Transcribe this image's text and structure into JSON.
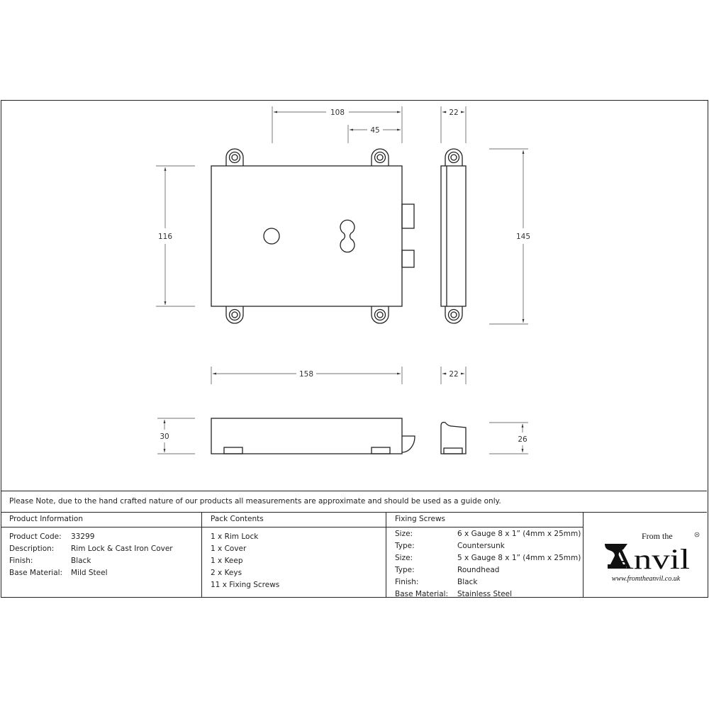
{
  "dimensions": {
    "front_width": "108",
    "keyhole_offset": "45",
    "side_depth_top": "22",
    "front_height": "116",
    "overall_height": "145",
    "overall_length": "158",
    "side_depth_bottom": "22",
    "body_thickness": "30",
    "end_thickness": "26"
  },
  "note": "Please Note, due to the hand crafted nature of our products all measurements are approximate and should be used as a guide only.",
  "product_info": {
    "title": "Product Information",
    "rows": [
      {
        "label": "Product Code:",
        "value": "33299"
      },
      {
        "label": "Description:",
        "value": "Rim Lock & Cast Iron Cover"
      },
      {
        "label": "Finish:",
        "value": "Black"
      },
      {
        "label": "Base Material:",
        "value": "Mild Steel"
      }
    ]
  },
  "pack_contents": {
    "title": "Pack Contents",
    "items": [
      "1 x Rim Lock",
      "1 x Cover",
      "1 x Keep",
      "2 x Keys",
      "11 x Fixing Screws"
    ]
  },
  "fixing_screws": {
    "title": "Fixing Screws",
    "rows": [
      {
        "label": "Size:",
        "value": "6 x Gauge 8 x 1” (4mm x 25mm)"
      },
      {
        "label": "Type:",
        "value": "Countersunk"
      },
      {
        "label": "Size:",
        "value": "5 x Gauge 8 x 1” (4mm x 25mm)"
      },
      {
        "label": "Type:",
        "value": "Roundhead"
      },
      {
        "label": "Finish:",
        "value": "Black"
      },
      {
        "label": "Base Material:",
        "value": "Stainless Steel"
      }
    ]
  },
  "logo": {
    "top": "From the",
    "main": "Anvil",
    "url": "www.fromtheanvil.co.uk"
  }
}
